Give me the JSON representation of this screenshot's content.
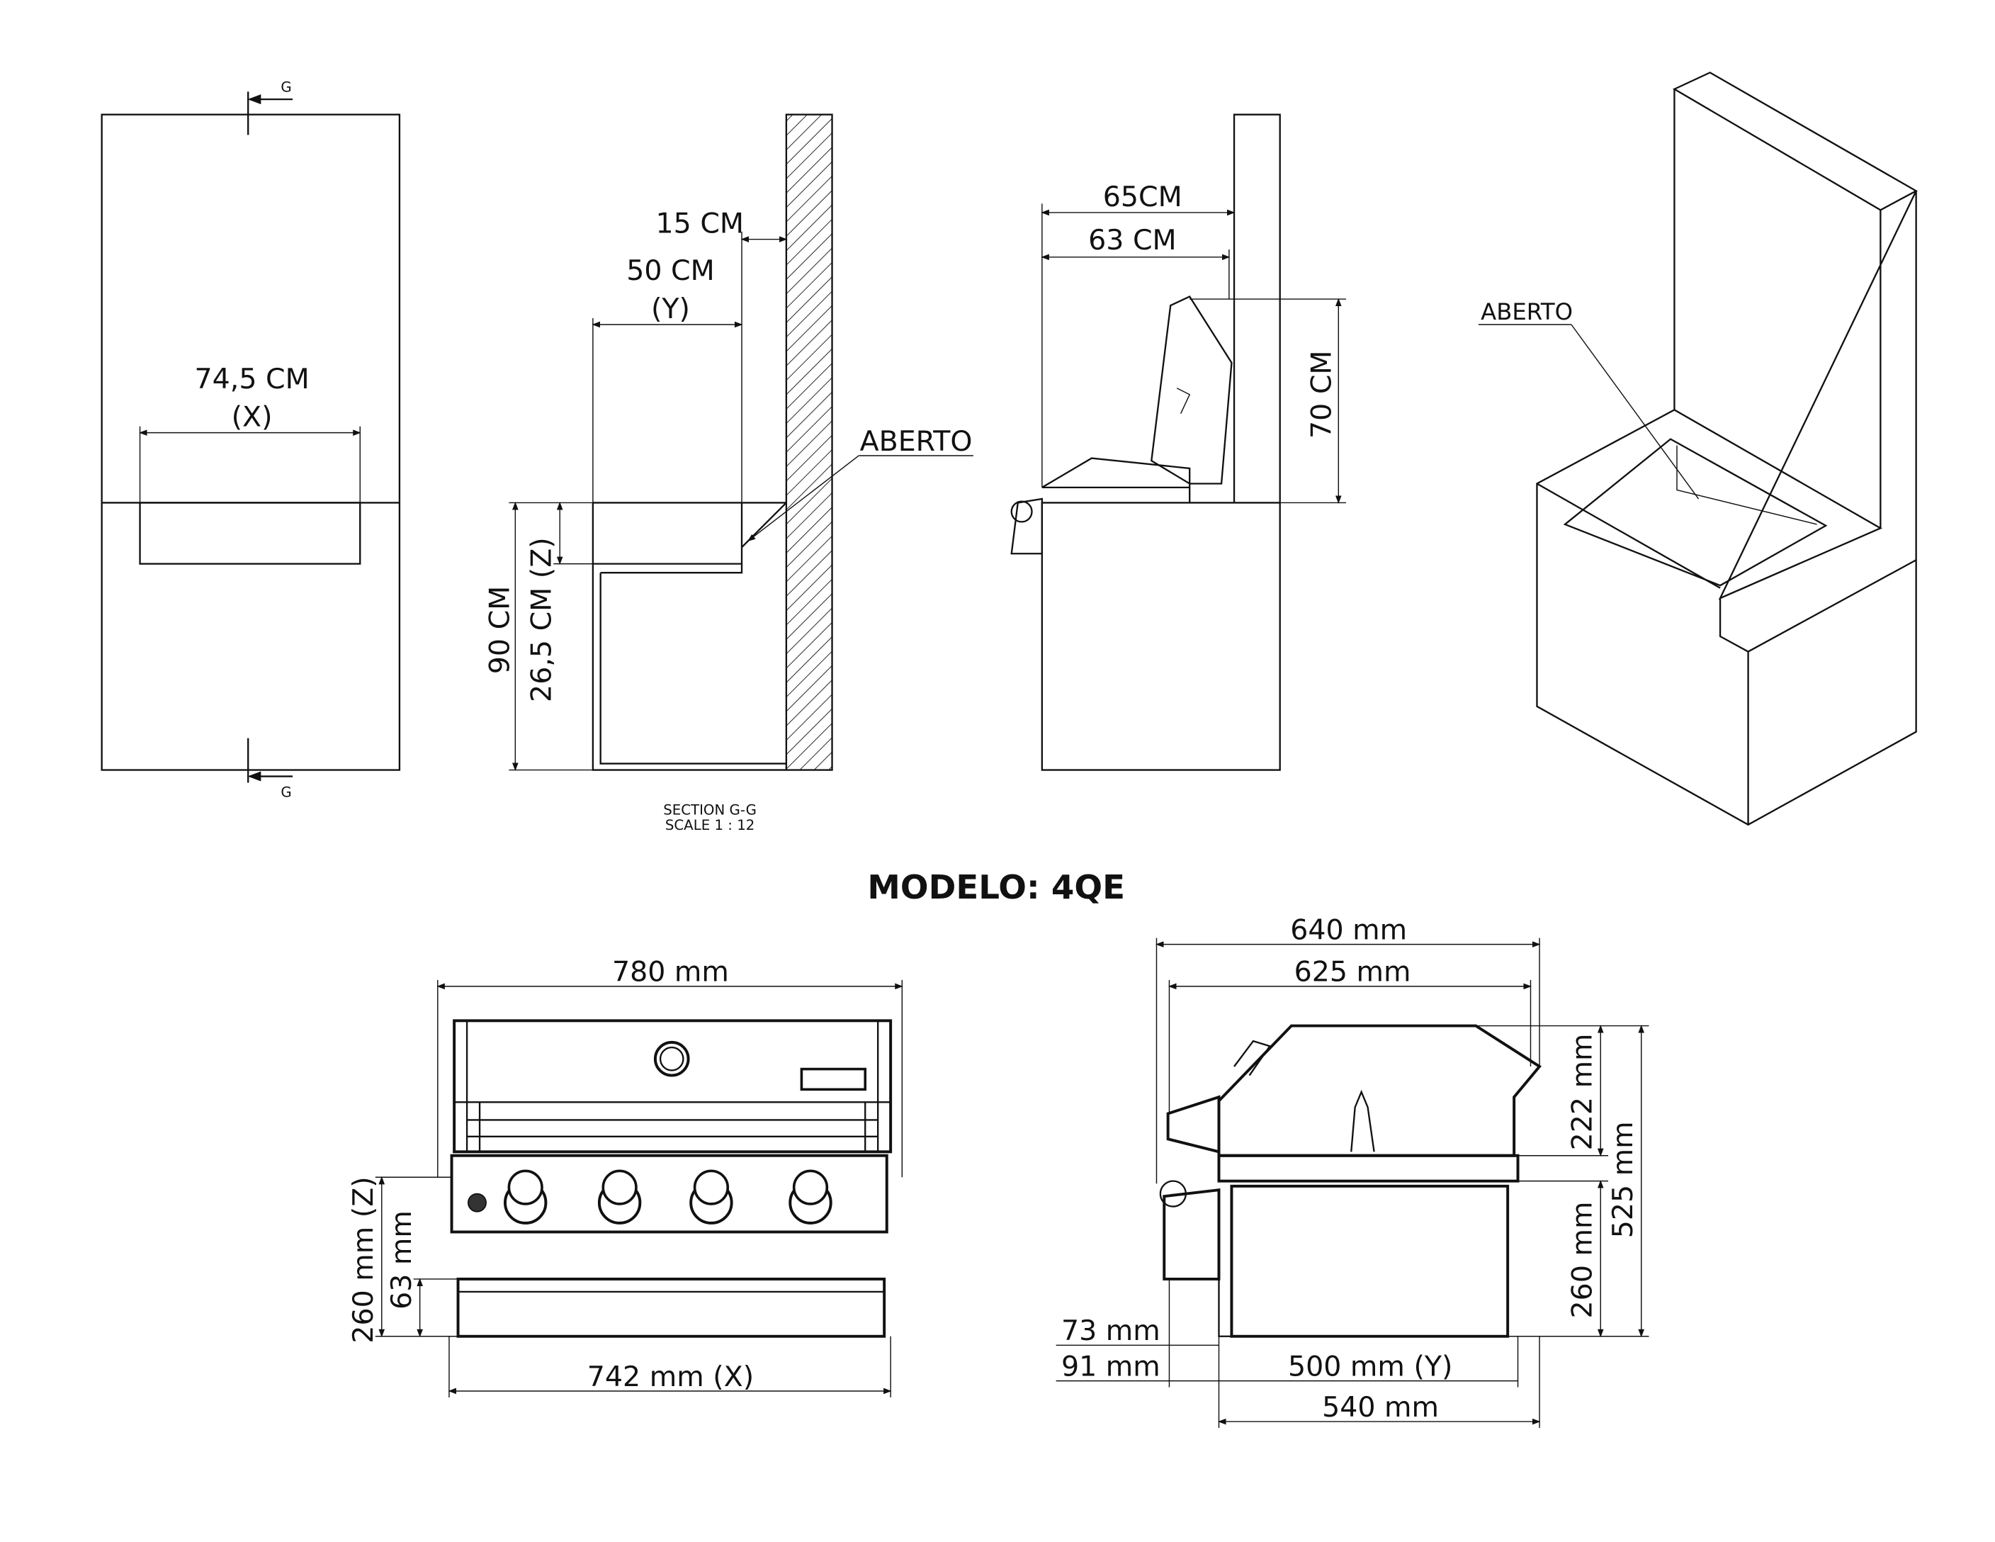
{
  "front_elevation": {
    "width_label": "74,5 CM",
    "width_var": "(X)",
    "section_mark_top": "G",
    "section_mark_bottom": "G"
  },
  "section": {
    "dim_15": "15 CM",
    "dim_50": "50 CM",
    "dim_50_var": "(Y)",
    "dim_90": "90 CM",
    "dim_265": "26,5 CM (Z)",
    "opening_label": "ABERTO",
    "caption_1": "SECTION G-G",
    "caption_2": "SCALE 1 : 12"
  },
  "side_elevation": {
    "dim_65": "65CM",
    "dim_63": "63 CM",
    "dim_70": "70 CM"
  },
  "isometric": {
    "opening_label": "ABERTO"
  },
  "model_title": "MODELO: 4QE",
  "grill_front": {
    "dim_780": "780 mm",
    "dim_742": "742 mm (X)",
    "dim_260": "260 mm (Z)",
    "dim_63": "63 mm"
  },
  "grill_side": {
    "dim_640": "640 mm",
    "dim_625": "625 mm",
    "dim_222": "222 mm",
    "dim_525": "525 mm",
    "dim_260": "260 mm",
    "dim_73": "73 mm",
    "dim_91": "91 mm",
    "dim_500": "500 mm (Y)",
    "dim_540": "540 mm"
  }
}
